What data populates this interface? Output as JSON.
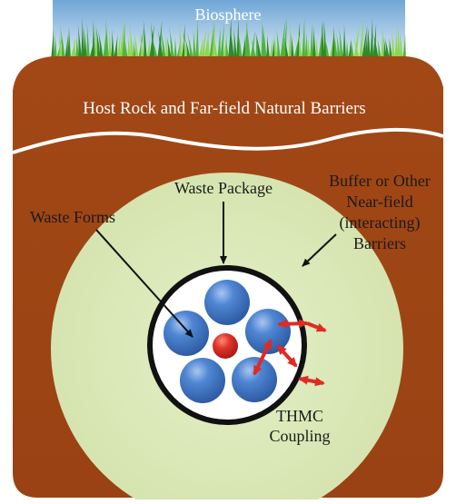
{
  "labels": {
    "biosphere": "Biosphere",
    "host_rock": "Host Rock and Far-field Natural Barriers",
    "waste_package": "Waste Package",
    "waste_forms": "Waste Forms",
    "buffer": [
      "Buffer or Other",
      "Near-field",
      "(interacting)",
      "Barriers"
    ],
    "thmc": [
      "THMC",
      "Coupling"
    ]
  },
  "colors": {
    "sky_top": "#7fb0d8",
    "sky_bottom": "#c9def0",
    "grass": "#3f9b2e",
    "grass_light": "#7ccf4e",
    "rock": "#a64a17",
    "rock_dark": "#8f3c10",
    "buffer": "#d9e6b8",
    "package_ring": "#111111",
    "canister": "#3a6fbf",
    "canister_highlight": "#8fb3e6",
    "center_canister": "#d02a1f",
    "coupling_arrow": "#e02a22",
    "label_white": "#ffffff",
    "label_dark": "#1a1a1a"
  }
}
